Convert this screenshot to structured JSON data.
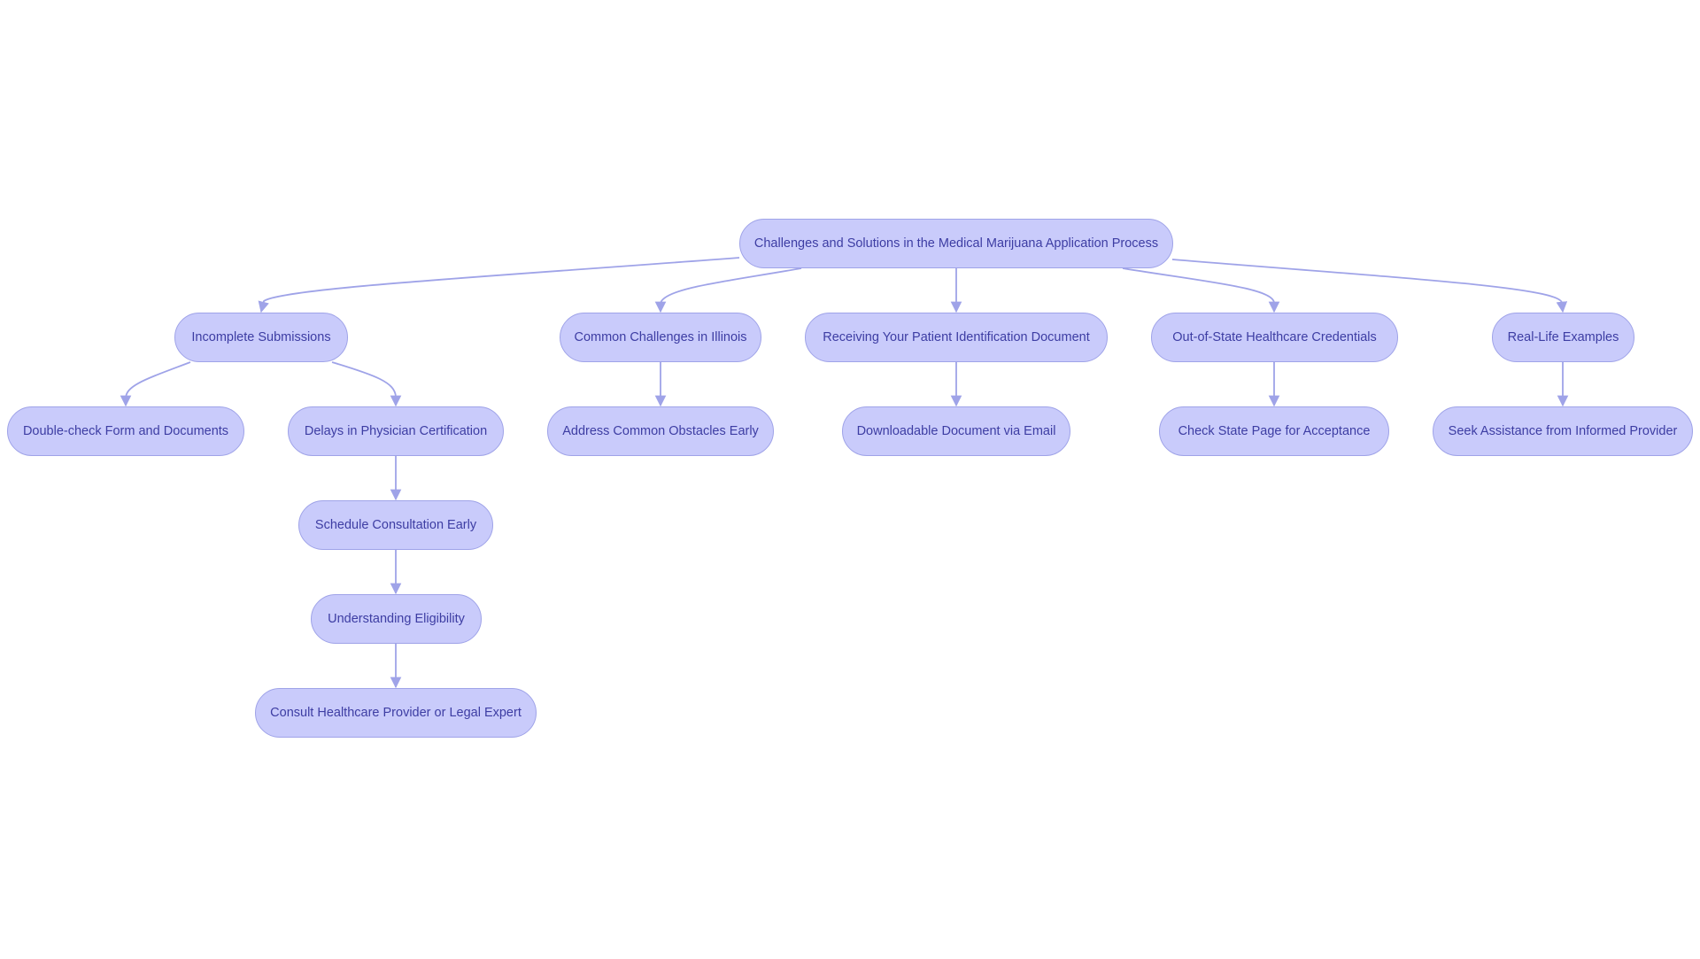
{
  "diagram": {
    "type": "flowchart",
    "colors": {
      "node_fill": "#c9cbfb",
      "node_border": "#9fa3e8",
      "node_text": "#3d3da3",
      "edge": "#9fa3e8",
      "background": "#ffffff"
    },
    "nodes": {
      "root": "Challenges and Solutions in the Medical Marijuana Application Process",
      "incomplete": "Incomplete Submissions",
      "illinois": "Common Challenges in Illinois",
      "receiving": "Receiving Your Patient Identification Document",
      "outofstate": "Out-of-State Healthcare Credentials",
      "reallife": "Real-Life Examples",
      "doublecheck": "Double-check Form and Documents",
      "delays": "Delays in Physician Certification",
      "address": "Address Common Obstacles Early",
      "downloadable": "Downloadable Document via Email",
      "checkstate": "Check State Page for Acceptance",
      "seek": "Seek Assistance from Informed Provider",
      "schedule": "Schedule Consultation Early",
      "eligibility": "Understanding Eligibility",
      "consult": "Consult Healthcare Provider or Legal Expert"
    },
    "edges": [
      [
        "root",
        "incomplete"
      ],
      [
        "root",
        "illinois"
      ],
      [
        "root",
        "receiving"
      ],
      [
        "root",
        "outofstate"
      ],
      [
        "root",
        "reallife"
      ],
      [
        "incomplete",
        "doublecheck"
      ],
      [
        "incomplete",
        "delays"
      ],
      [
        "illinois",
        "address"
      ],
      [
        "receiving",
        "downloadable"
      ],
      [
        "outofstate",
        "checkstate"
      ],
      [
        "reallife",
        "seek"
      ],
      [
        "delays",
        "schedule"
      ],
      [
        "schedule",
        "eligibility"
      ],
      [
        "eligibility",
        "consult"
      ]
    ]
  }
}
